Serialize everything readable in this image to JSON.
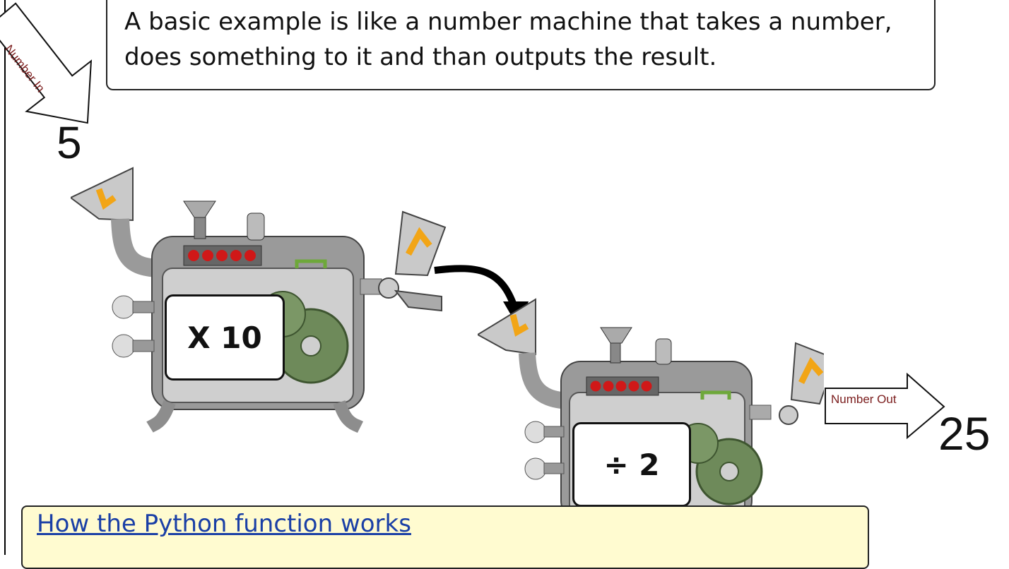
{
  "intro": {
    "line1": "A basic example is like a number machine that takes a number,",
    "line2": "does something to it and than outputs the result."
  },
  "input_arrow": {
    "label": "Number In",
    "value": "5"
  },
  "machine1": {
    "operation": "X 10"
  },
  "machine2": {
    "operation": "÷ 2"
  },
  "output_arrow": {
    "label": "Number Out",
    "value": "25"
  },
  "link": {
    "label": "How the Python function works"
  },
  "colors": {
    "machine_body": "#9a9a9a",
    "gear": "#6e8a5a",
    "funnel_arrow": "#f2a516",
    "light": "#d01818",
    "link": "#1a3fa6",
    "link_box": "#fffbd0"
  }
}
